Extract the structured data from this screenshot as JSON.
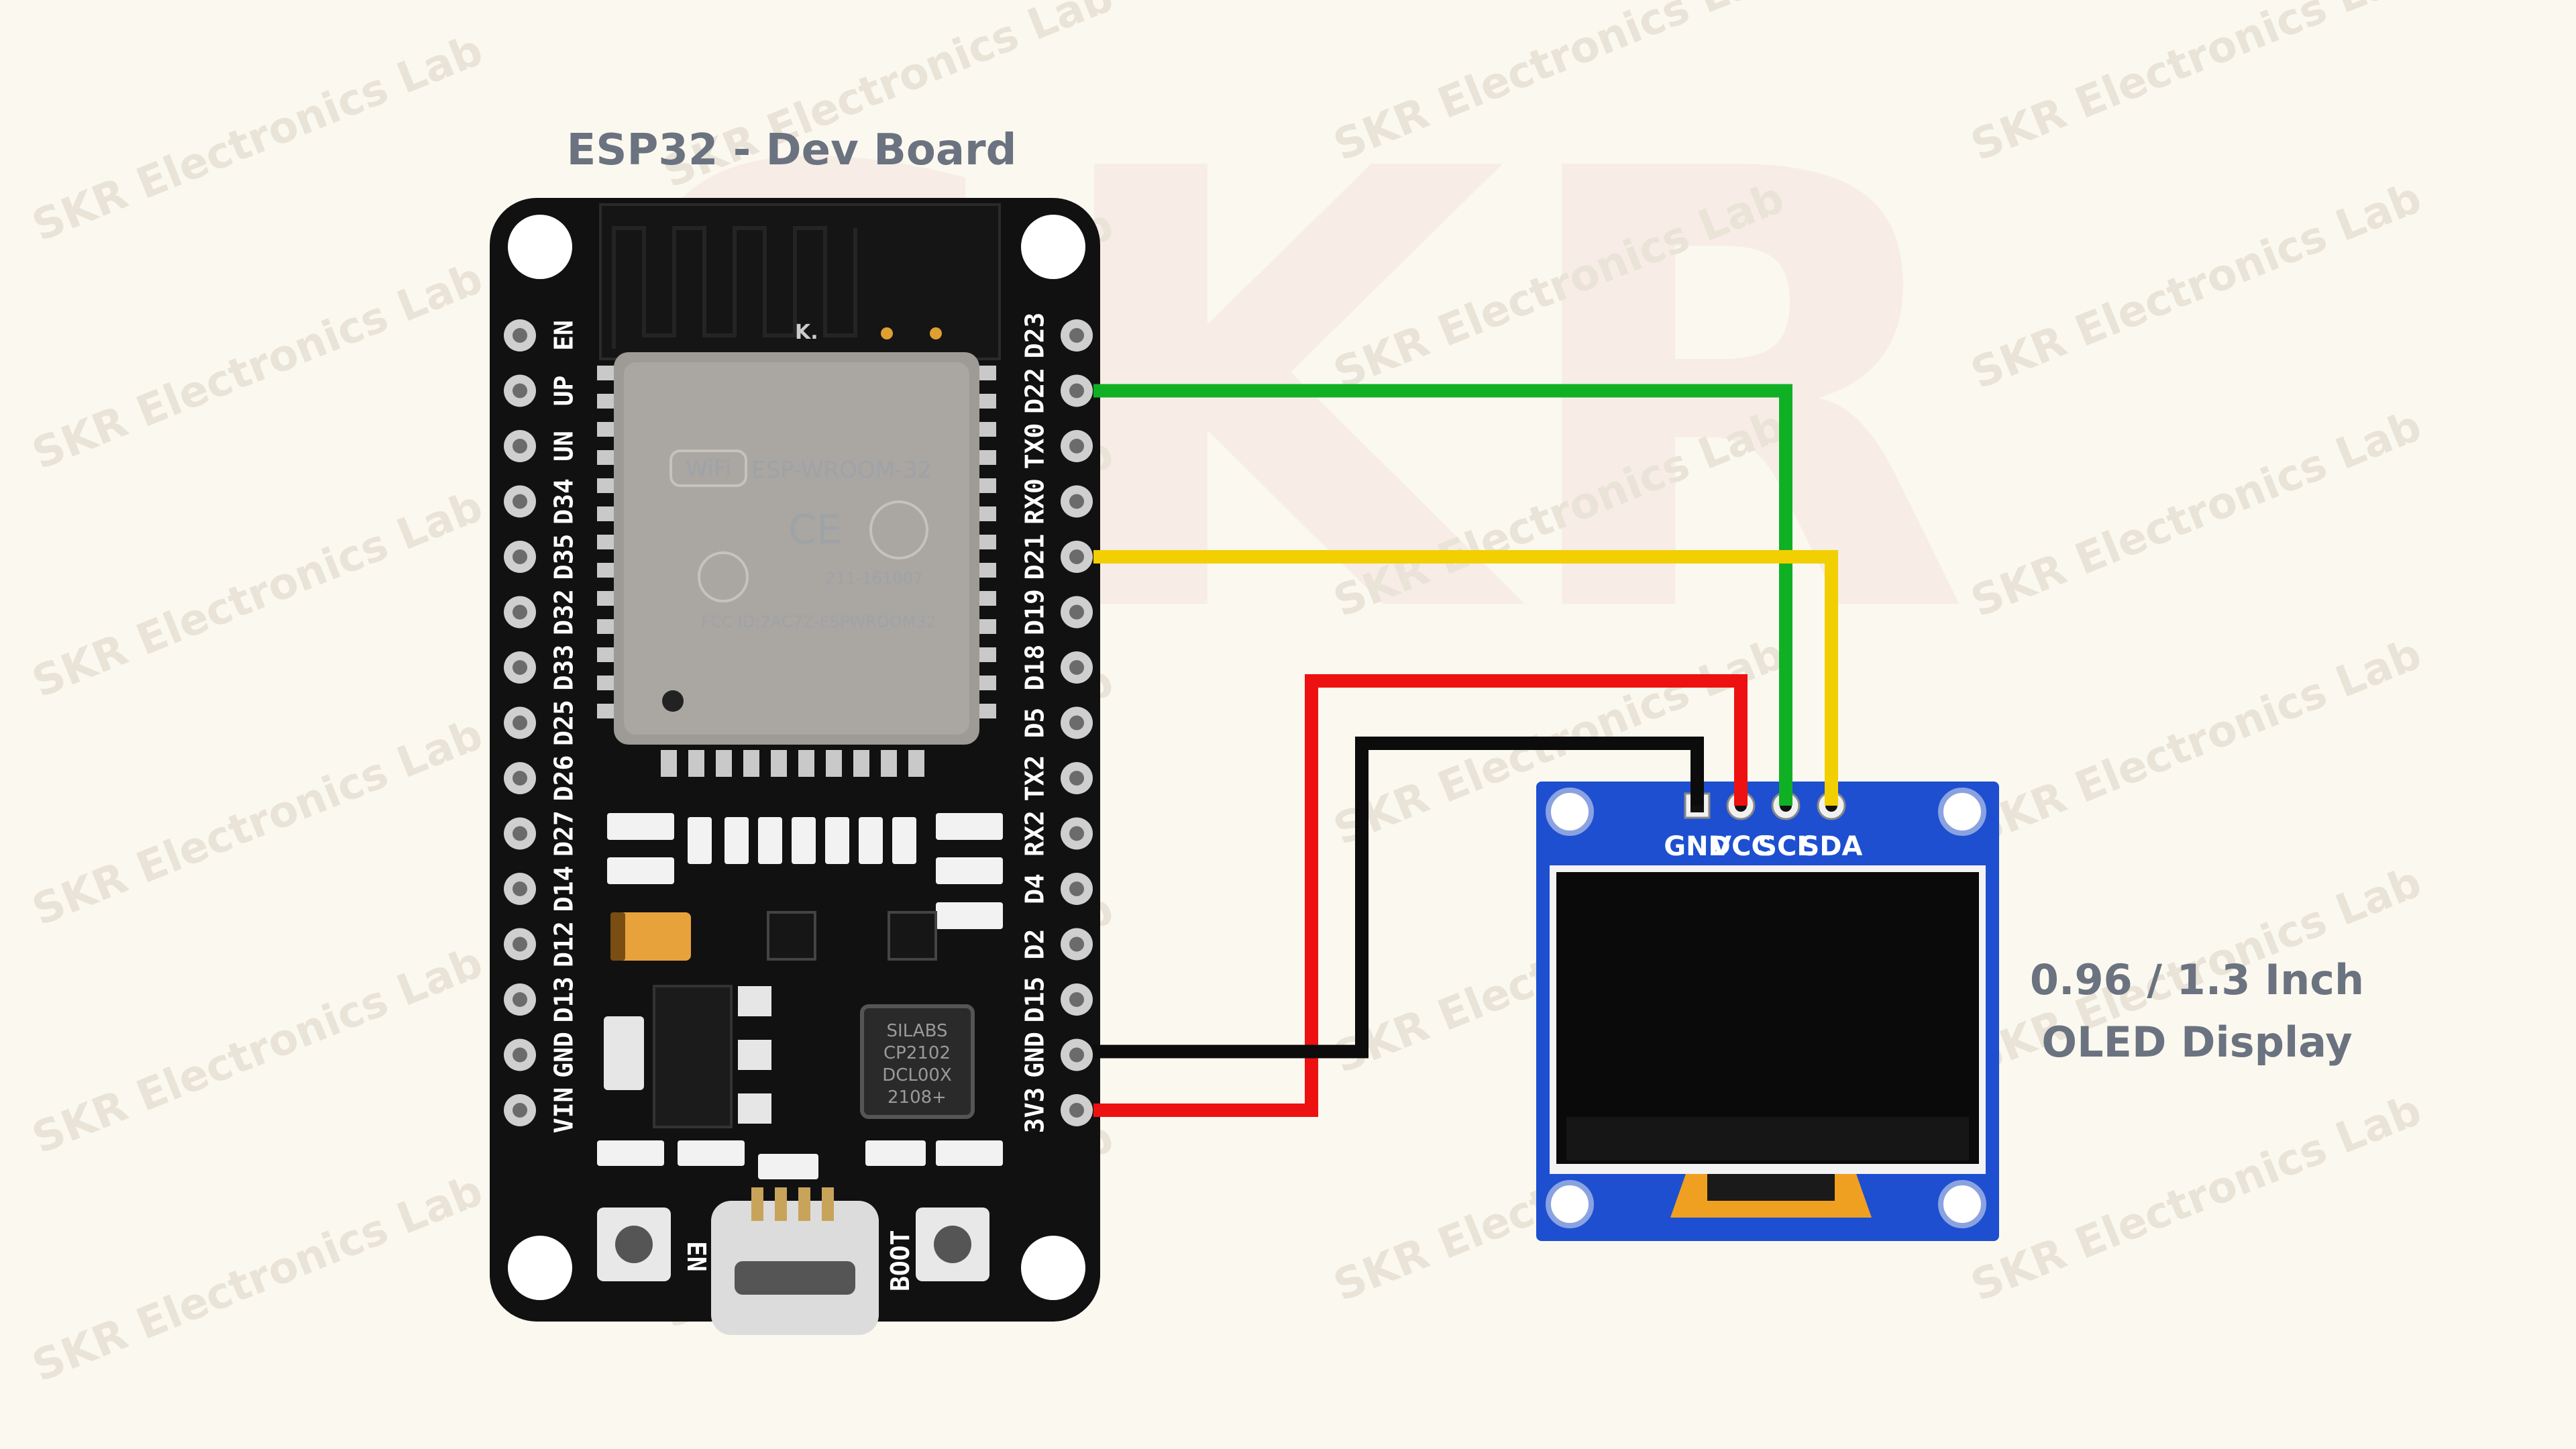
{
  "title": "ESP32 - Dev Board",
  "display_label_line1": "0.96 / 1.3 Inch",
  "display_label_line2": "OLED Display",
  "watermark": "SKR Electronics Lab",
  "esp32": {
    "module_text": "ESP-WROOM-32",
    "wifi_text": "WiFi",
    "fcc_text": "FCC ID:2AC7Z-ESPWROOM32",
    "cert_text": "211-161007",
    "k_text": "K.",
    "left_pins": [
      "EN",
      "UP",
      "UN",
      "D34",
      "D35",
      "D32",
      "D33",
      "D25",
      "D26",
      "D27",
      "D14",
      "D12",
      "D13",
      "GND",
      "VIN"
    ],
    "right_pins": [
      "D23",
      "D22",
      "TX0",
      "RX0",
      "D21",
      "D19",
      "D18",
      "D5",
      "TX2",
      "RX2",
      "D4",
      "D2",
      "D15",
      "GND",
      "3V3"
    ],
    "usb_chip_text": [
      "SILABS",
      "CP2102",
      "DCL00X",
      "2108+"
    ],
    "button_en": "EN",
    "button_boot": "BOOT"
  },
  "oled": {
    "pins": [
      "GND",
      "VCC",
      "SCL",
      "SDA"
    ]
  },
  "wires": [
    {
      "from": "D22",
      "to": "SCL",
      "color": "#10b025"
    },
    {
      "from": "D21",
      "to": "SDA",
      "color": "#f2cf00"
    },
    {
      "from": "3V3",
      "to": "VCC",
      "color": "#ee1111"
    },
    {
      "from": "GND",
      "to": "GND",
      "color": "#0c0c0c"
    }
  ],
  "colors": {
    "background": "#fbf9ef",
    "board": "#111111",
    "oled_pcb": "#1d4fd0",
    "label": "#6b7280"
  }
}
